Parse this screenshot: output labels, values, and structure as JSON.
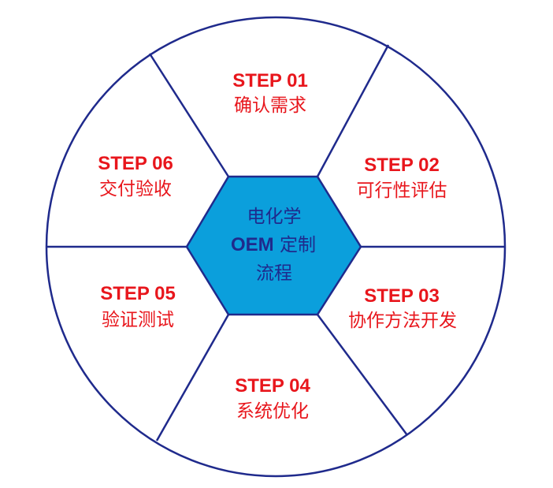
{
  "center": {
    "line1": "电化学",
    "line2_bold": "OEM",
    "line2_rest": " 定制",
    "line3": "流程"
  },
  "steps": [
    {
      "number": "STEP 01",
      "label": "确认需求"
    },
    {
      "number": "STEP 02",
      "label": "可行性评估"
    },
    {
      "number": "STEP 03",
      "label": "协作方法开发"
    },
    {
      "number": "STEP 04",
      "label": "系统优化"
    },
    {
      "number": "STEP 05",
      "label": "验证测试"
    },
    {
      "number": "STEP 06",
      "label": "交付验收"
    }
  ],
  "colors": {
    "outline": "#1f2a8c",
    "hexagon_fill": "#0b9fdc",
    "hexagon_stroke": "#1f2a8c",
    "step_number": "#e8161c",
    "step_label": "#e8161c",
    "center_text": "#1f2a8c"
  }
}
